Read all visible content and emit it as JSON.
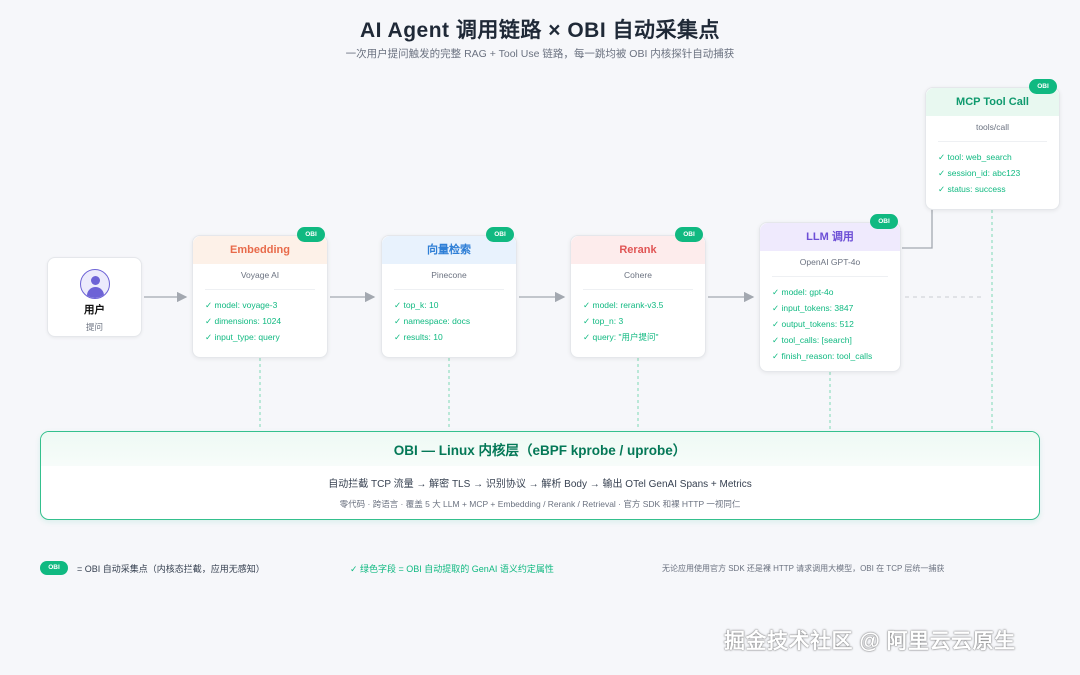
{
  "header": {
    "title": "AI Agent 调用链路 × OBI 自动采集点",
    "subtitle": "一次用户提问触发的完整 RAG + Tool Use 链路，每一跳均被 OBI 内核探针自动捕获"
  },
  "user": {
    "label": "用户",
    "sub": "提问"
  },
  "badge_label": "OBI",
  "nodes": {
    "embedding": {
      "title": "Embedding",
      "sub": "Voyage AI",
      "fields": [
        "✓ model: voyage-3",
        "✓ dimensions: 1024",
        "✓ input_type: query"
      ]
    },
    "vector": {
      "title": "向量检索",
      "sub": "Pinecone",
      "fields": [
        "✓ top_k: 10",
        "✓ namespace: docs",
        "✓ results: 10"
      ]
    },
    "rerank": {
      "title": "Rerank",
      "sub": "Cohere",
      "fields": [
        "✓ model: rerank-v3.5",
        "✓ top_n: 3",
        "✓ query: \"用户提问\""
      ]
    },
    "llm": {
      "title": "LLM 调用",
      "sub": "OpenAI GPT-4o",
      "fields": [
        "✓ model: gpt-4o",
        "✓ input_tokens: 3847",
        "✓ output_tokens: 512",
        "✓ tool_calls: [search]",
        "✓ finish_reason: tool_calls"
      ]
    },
    "mcp": {
      "title": "MCP Tool Call",
      "sub": "tools/call",
      "fields": [
        "✓ tool: web_search",
        "✓ session_id: abc123",
        "✓ status: success"
      ]
    }
  },
  "obi": {
    "title": "OBI — Linux 内核层（eBPF kprobe / uprobe）",
    "line1": "自动拦截 TCP 流量 → 解密 TLS → 识别协议 → 解析 Body → 输出 OTel GenAI Spans + Metrics",
    "line2": "零代码 · 跨语言 · 覆盖 5 大 LLM + MCP + Embedding / Rerank / Retrieval · 官方 SDK 和裸 HTTP 一视同仁"
  },
  "legend": {
    "item1": "= OBI 自动采集点（内核态拦截，应用无感知）",
    "item2": "✓ 绿色字段 = OBI 自动提取的 GenAI 语义约定属性",
    "item3": "无论应用使用官方 SDK 还是裸 HTTP 请求调用大模型，OBI 在 TCP 层统一捕获"
  },
  "watermark": "掘金技术社区 @ 阿里云云原生",
  "colors": {
    "accent_green": "#10b981",
    "embedding_title": "#e86a4a",
    "vector_title": "#2f7fd6",
    "rerank_title": "#e05555",
    "llm_title": "#6d4fd6",
    "mcp_title": "#0f9a6e"
  }
}
